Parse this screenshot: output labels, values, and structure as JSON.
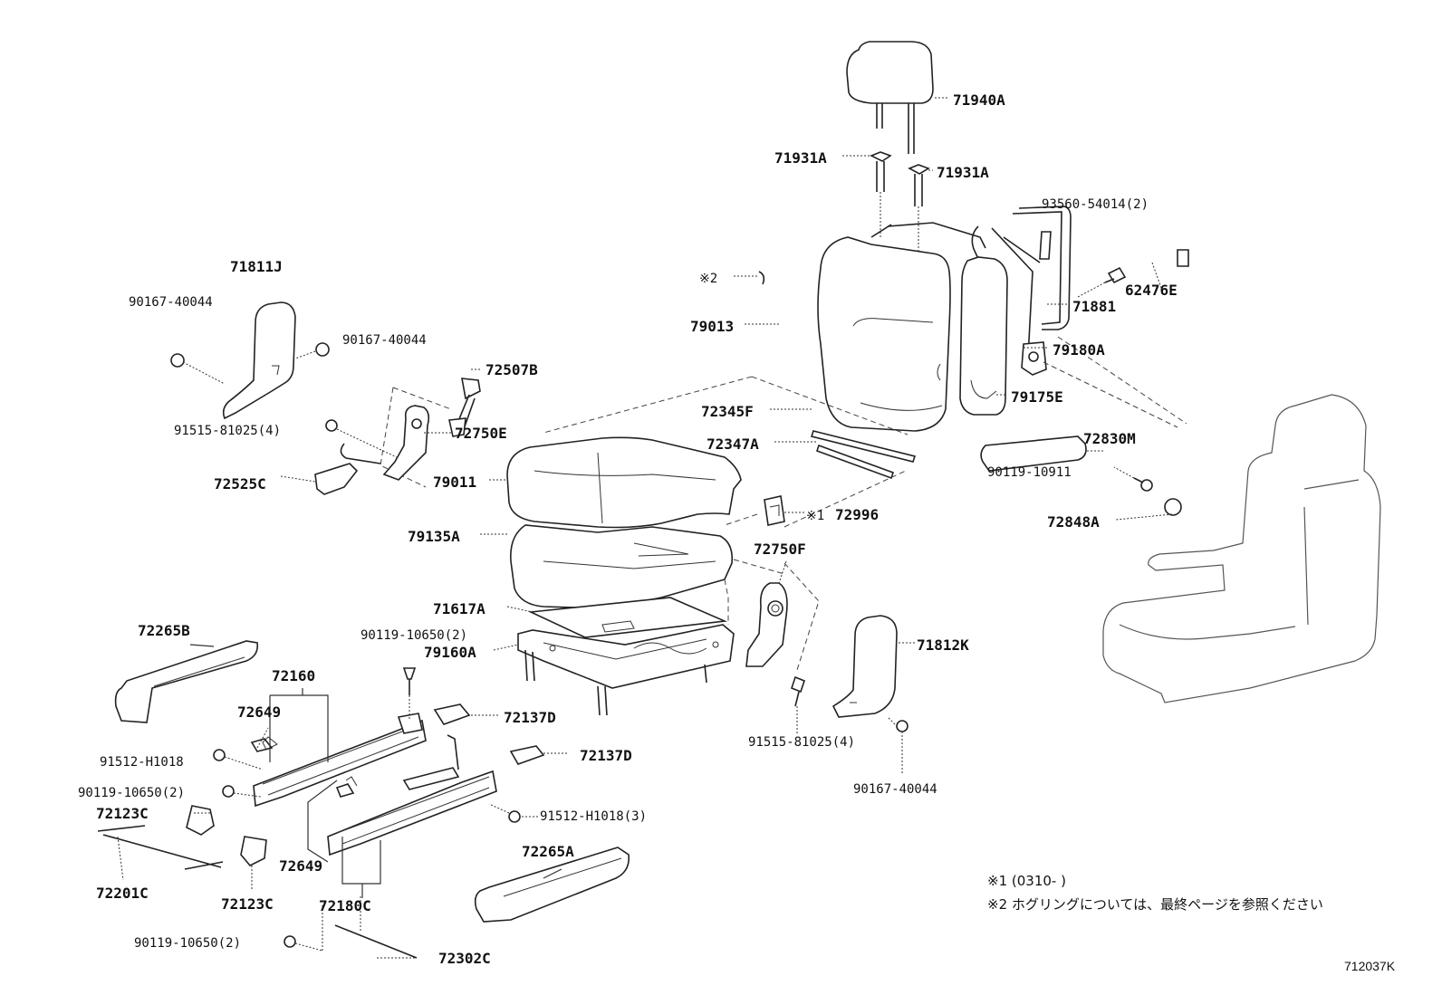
{
  "diagram_id": "712037K",
  "parts": [
    {
      "label": "71940A"
    },
    {
      "label": "71931A"
    },
    {
      "label": "71931A"
    },
    {
      "label": "93560-54014(2)"
    },
    {
      "label": "62476E"
    },
    {
      "label": "71881"
    },
    {
      "label": "79180A"
    },
    {
      "label": "79175E"
    },
    {
      "label": "72830M"
    },
    {
      "label": "90119-10911"
    },
    {
      "label": "72848A"
    },
    {
      "label": "79013"
    },
    {
      "label": "72345F"
    },
    {
      "label": "72347A"
    },
    {
      "label": "71811J"
    },
    {
      "label": "90167-40044"
    },
    {
      "label": "90167-40044"
    },
    {
      "label": "72507B"
    },
    {
      "label": "91515-81025(4)"
    },
    {
      "label": "72750E"
    },
    {
      "label": "72525C"
    },
    {
      "label": "79011"
    },
    {
      "label": "79135A"
    },
    {
      "label": "72996"
    },
    {
      "label": "72750F"
    },
    {
      "label": "71617A"
    },
    {
      "label": "79160A"
    },
    {
      "label": "71812K"
    },
    {
      "label": "91515-81025(4)"
    },
    {
      "label": "90167-40044"
    },
    {
      "label": "72265B"
    },
    {
      "label": "72160"
    },
    {
      "label": "90119-10650(2)"
    },
    {
      "label": "72649"
    },
    {
      "label": "72137D"
    },
    {
      "label": "72137D"
    },
    {
      "label": "91512-H1018"
    },
    {
      "label": "90119-10650(2)"
    },
    {
      "label": "72123C"
    },
    {
      "label": "91512-H1018(3)"
    },
    {
      "label": "72201C"
    },
    {
      "label": "72649"
    },
    {
      "label": "72123C"
    },
    {
      "label": "72180C"
    },
    {
      "label": "72265A"
    },
    {
      "label": "90119-10650(2)"
    },
    {
      "label": "72302C"
    }
  ],
  "markers": {
    "note1_marker": "※1",
    "note2_marker": "※2"
  },
  "notes": [
    {
      "text": "※1 (0310-      )"
    },
    {
      "text": "※2 ホグリングについては、最終ページを参照ください"
    }
  ]
}
